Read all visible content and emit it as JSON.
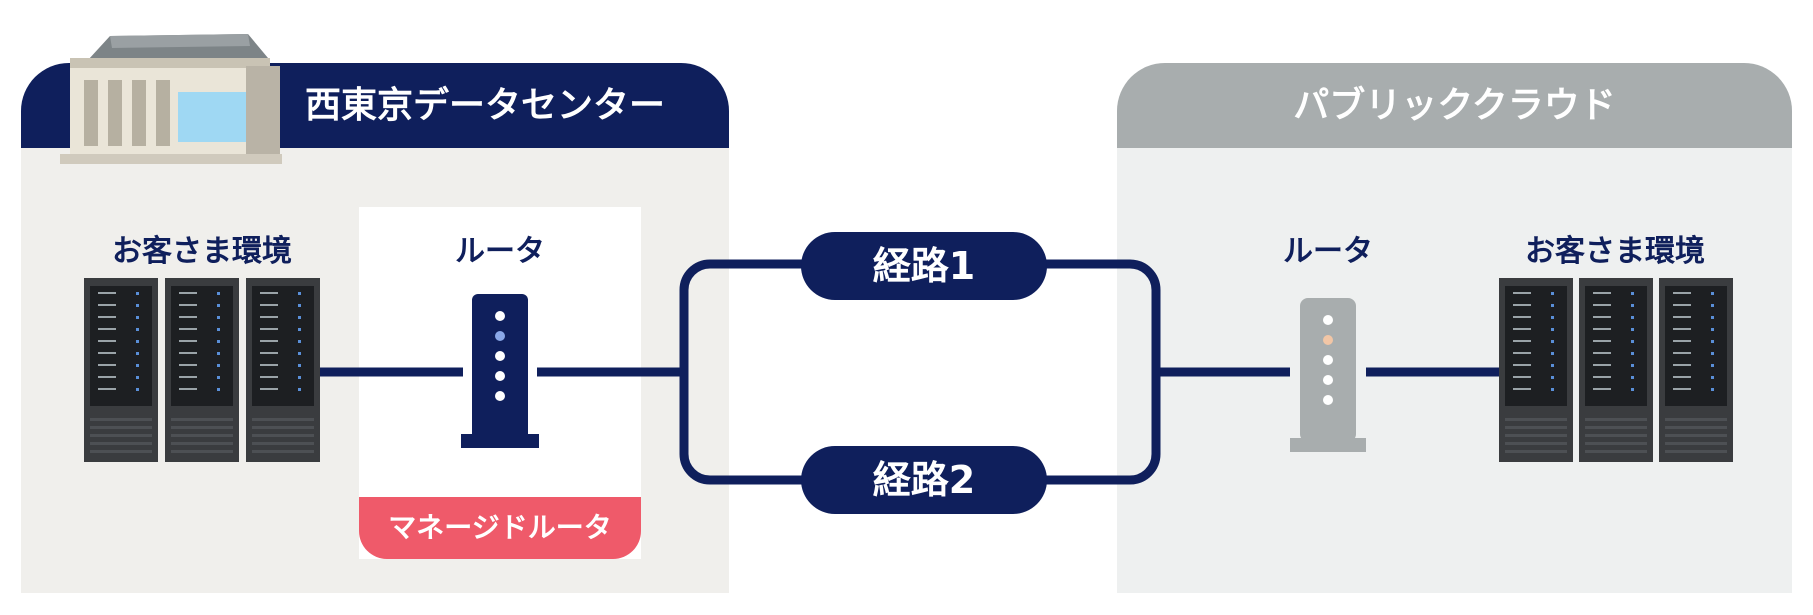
{
  "left_panel": {
    "title": "西東京データセンター",
    "customer_label": "お客さま環境",
    "router_label": "ルータ",
    "managed_router_label": "マネージドルータ"
  },
  "right_panel": {
    "title": "パブリッククラウド",
    "router_label": "ルータ",
    "customer_label": "お客さま環境"
  },
  "routes": [
    {
      "label": "経路1"
    },
    {
      "label": "経路2"
    }
  ],
  "colors": {
    "navy": "#0f1f5c",
    "gray": "#a8adae",
    "pink": "#ef5a6a"
  },
  "icons": [
    "building-icon",
    "server-rack-icon",
    "router-icon"
  ]
}
